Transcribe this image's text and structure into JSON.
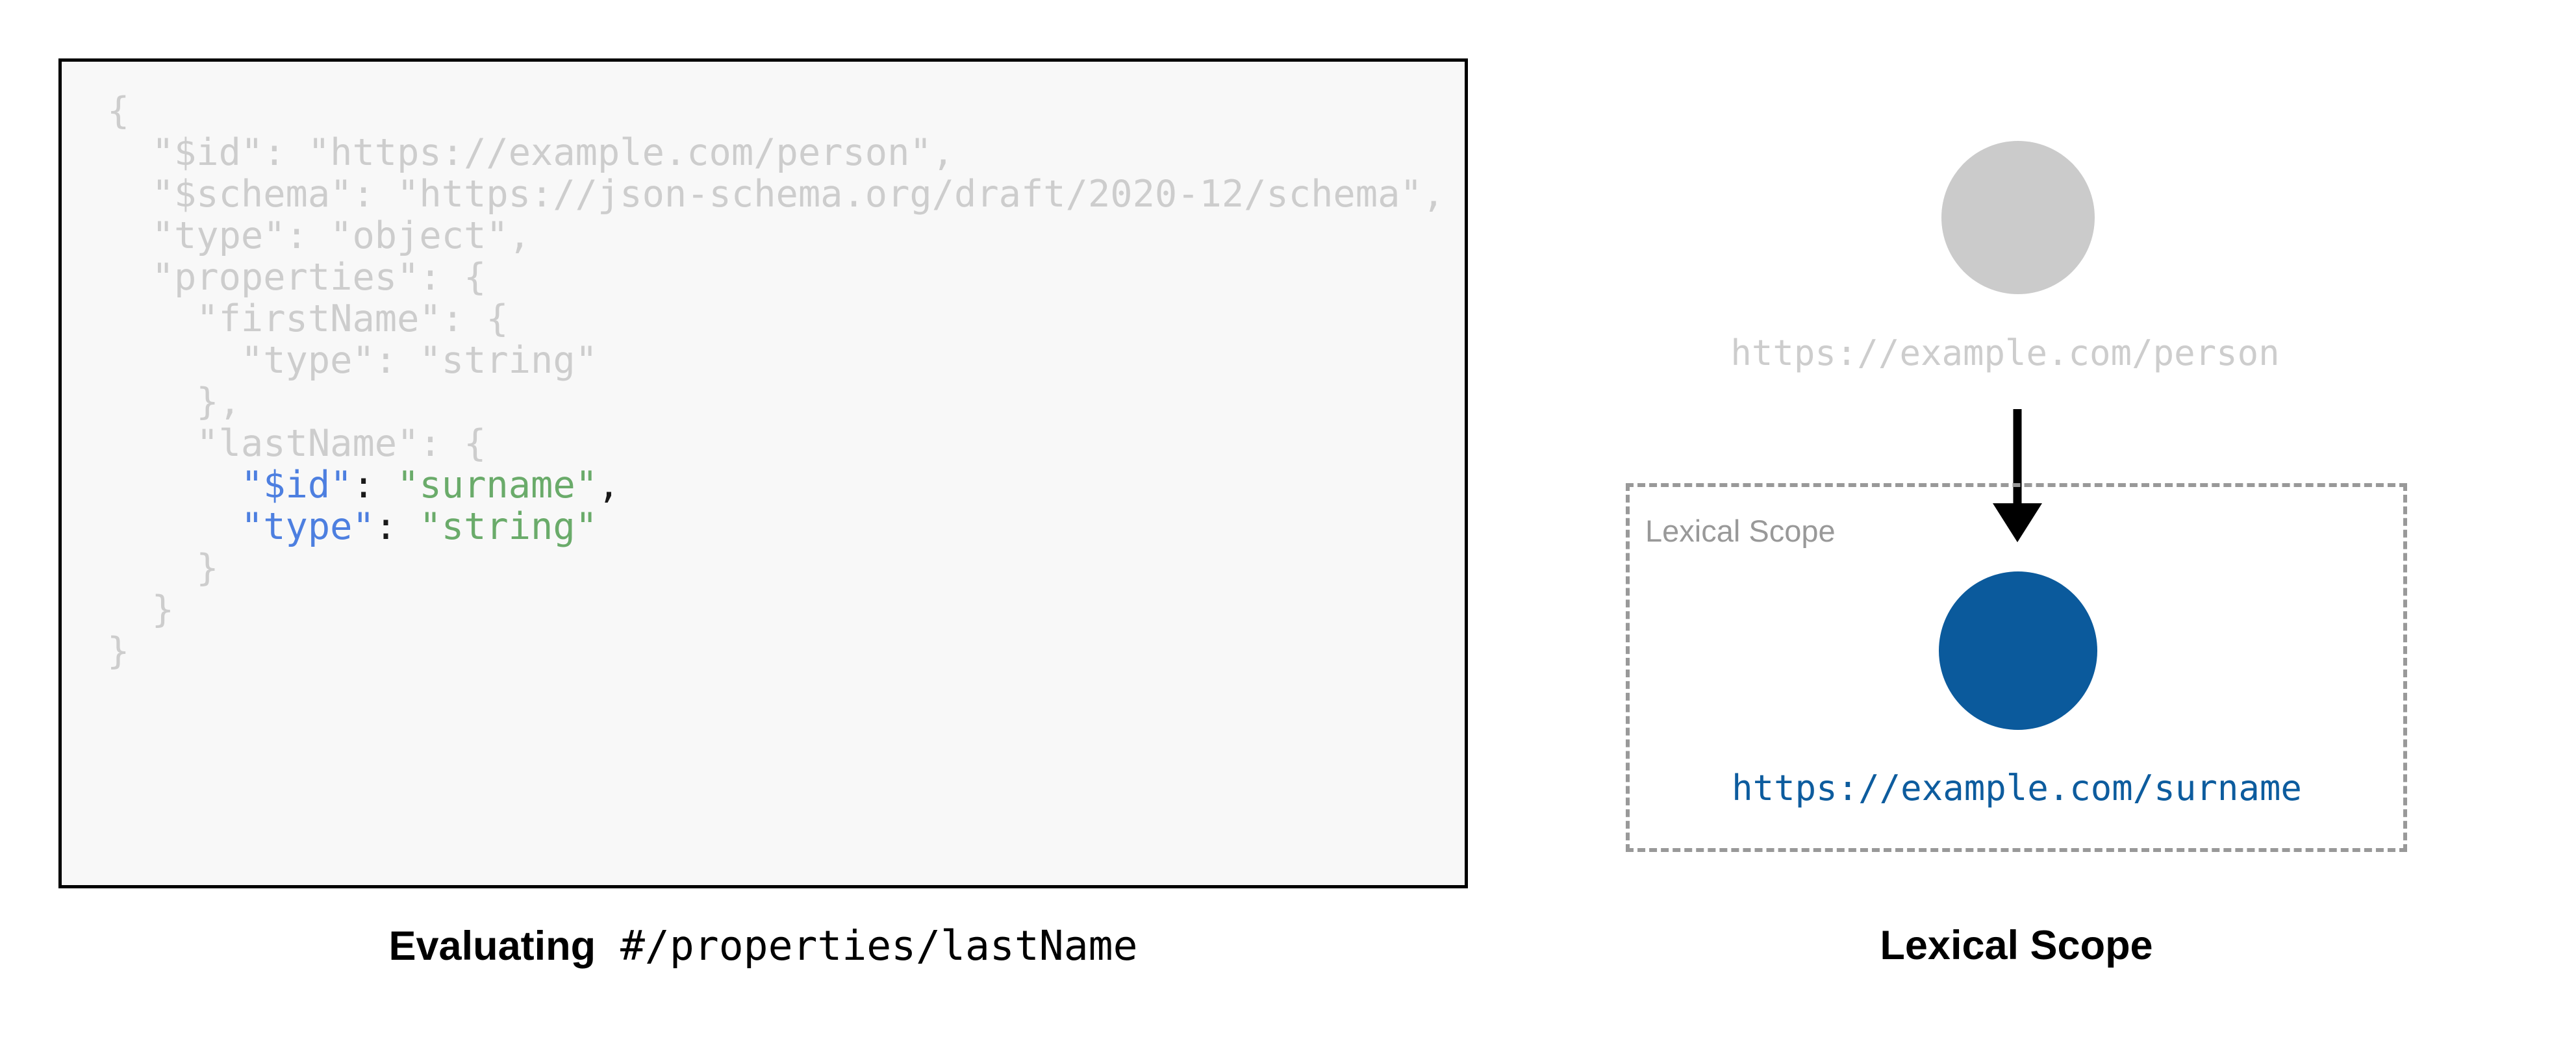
{
  "code_panel": {
    "caption_bold": "Evaluating",
    "caption_mono": " #/properties/lastName",
    "lines": [
      {
        "segments": [
          {
            "text": "{",
            "style": "dim"
          }
        ]
      },
      {
        "segments": [
          {
            "text": "  \"$id\": \"https://example.com/person\",",
            "style": "dim"
          }
        ]
      },
      {
        "segments": [
          {
            "text": "  \"$schema\": \"https://json-schema.org/draft/2020-12/schema\",",
            "style": "dim"
          }
        ]
      },
      {
        "segments": [
          {
            "text": "  \"type\": \"object\",",
            "style": "dim"
          }
        ]
      },
      {
        "segments": [
          {
            "text": "  \"properties\": {",
            "style": "dim"
          }
        ]
      },
      {
        "segments": [
          {
            "text": "    \"firstName\": {",
            "style": "dim"
          }
        ]
      },
      {
        "segments": [
          {
            "text": "      \"type\": \"string\"",
            "style": "dim"
          }
        ]
      },
      {
        "segments": [
          {
            "text": "    },",
            "style": "dim"
          }
        ]
      },
      {
        "segments": [
          {
            "text": "    \"lastName\": {",
            "style": "dim"
          }
        ]
      },
      {
        "segments": [
          {
            "text": "      ",
            "style": "dim"
          },
          {
            "text": "\"$id\"",
            "style": "key"
          },
          {
            "text": ":",
            "style": "pun"
          },
          {
            "text": " ",
            "style": "dim"
          },
          {
            "text": "\"surname\"",
            "style": "val"
          },
          {
            "text": ",",
            "style": "pun"
          }
        ]
      },
      {
        "segments": [
          {
            "text": "      ",
            "style": "dim"
          },
          {
            "text": "\"type\"",
            "style": "key"
          },
          {
            "text": ":",
            "style": "pun"
          },
          {
            "text": " ",
            "style": "dim"
          },
          {
            "text": "\"string\"",
            "style": "val"
          }
        ]
      },
      {
        "segments": [
          {
            "text": "    }",
            "style": "dim"
          }
        ]
      },
      {
        "segments": [
          {
            "text": "  }",
            "style": "dim"
          }
        ]
      },
      {
        "segments": [
          {
            "text": "}",
            "style": "dim"
          }
        ]
      }
    ]
  },
  "diagram_panel": {
    "caption": "Lexical Scope",
    "root_node": {
      "label": "https://example.com/person",
      "color": "#cbcbcb",
      "label_color": "#cdcdcd"
    },
    "scope_box": {
      "label": "Lexical Scope",
      "border_color": "#999999"
    },
    "child_node": {
      "label": "https://example.com/surname",
      "color": "#0b5a9c",
      "label_color": "#0d5c9e"
    },
    "arrow": {
      "name": "downward-arrow",
      "color": "#000000"
    }
  },
  "palette": {
    "code_background": "#f8f8f8",
    "code_border": "#000000",
    "dim_text": "#cdcdcd",
    "key_blue": "#4d7fe0",
    "value_green": "#6aab6a",
    "punctuation": "#1a1a1a",
    "page_background": "#ffffff"
  }
}
